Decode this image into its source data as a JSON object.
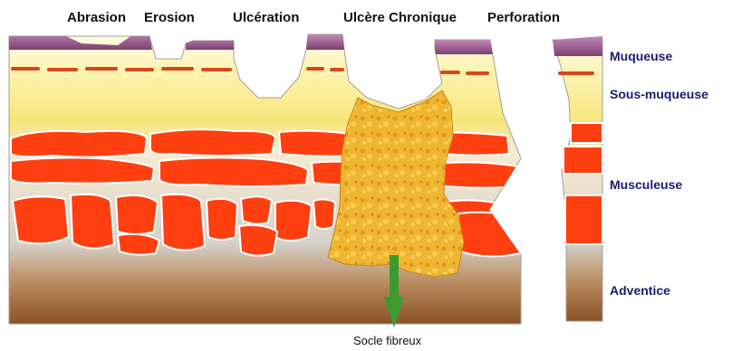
{
  "stages": [
    "Abrasion",
    "Erosion",
    "Ulcération",
    "Ulcère Chronique",
    "Perforation"
  ],
  "layers": [
    "Muqueuse",
    "Sous-muqueuse",
    "Musculeuse",
    "Adventice"
  ],
  "annotation": "Socle fibreux",
  "colors": {
    "mucosa": "#9c5a8e",
    "submucosa": "#f6e67a",
    "muscle": "#ff3f10",
    "adventitia": "#9a6232",
    "fibrous": "#f0b632",
    "arrow": "#3b9c2d",
    "layer_label": "#1b1d6e"
  }
}
